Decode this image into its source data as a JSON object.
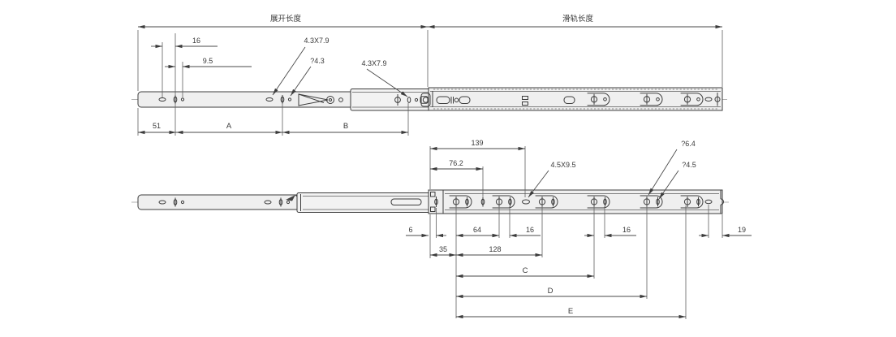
{
  "colors": {
    "line": "#3c3c3c",
    "rail_fill": "#efefef",
    "text": "#3a3a3a",
    "background": "#ffffff"
  },
  "top_view": {
    "expanded_length_label": "展开长度",
    "rail_length_label": "滑轨长度",
    "dims": {
      "spacing_16": "16",
      "spacing_9_5": "9.5",
      "front_slot": "4.3X7.9",
      "hole_dia": "?4.3",
      "rear_slot": "4.3X7.9",
      "end_offset": "51",
      "a": "A",
      "b": "B"
    }
  },
  "bottom_view": {
    "dims": {
      "d139": "139",
      "d76_2": "76.2",
      "slot_4_5x9_5": "4.5X9.5",
      "dia_6_4": "?6.4",
      "dia_4_5": "?4.5",
      "d6": "6",
      "d35": "35",
      "d64": "64",
      "d128": "128",
      "d16_mid": "16",
      "d16_rear": "16",
      "d19": "19",
      "c": "C",
      "d": "D",
      "e": "E"
    }
  }
}
